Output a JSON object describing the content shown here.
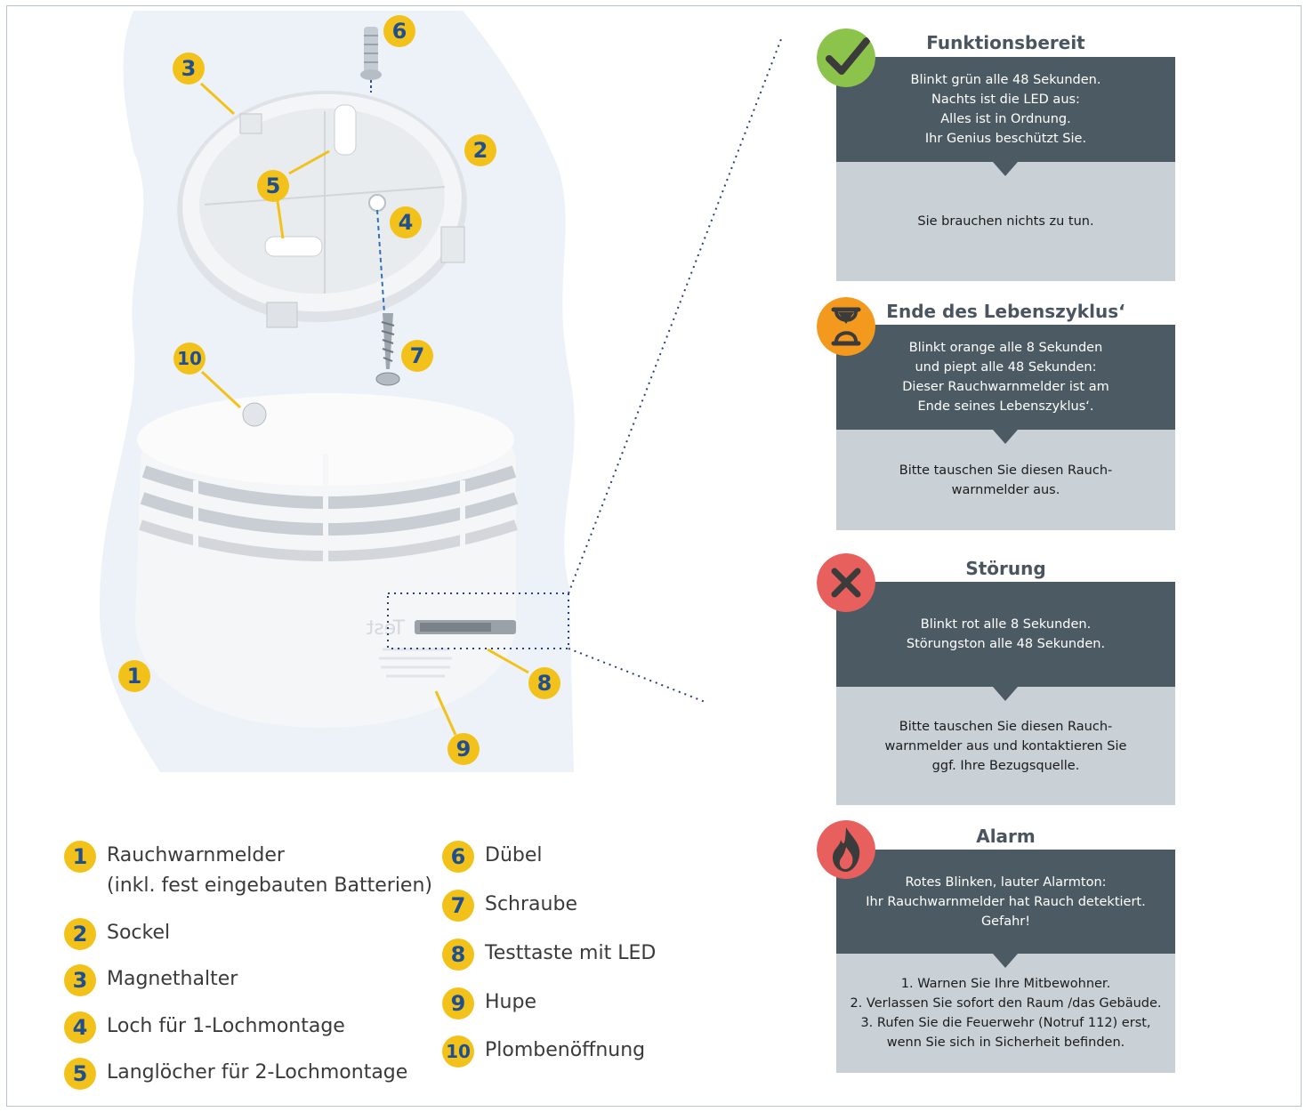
{
  "callouts": [
    {
      "num": "1"
    },
    {
      "num": "2"
    },
    {
      "num": "3"
    },
    {
      "num": "4"
    },
    {
      "num": "5"
    },
    {
      "num": "6"
    },
    {
      "num": "7"
    },
    {
      "num": "8"
    },
    {
      "num": "9"
    },
    {
      "num": "10"
    }
  ],
  "legend": [
    {
      "num": "1",
      "text": "Rauchwarnmelder\n(inkl. fest eingebauten Batterien)"
    },
    {
      "num": "2",
      "text": "Sockel"
    },
    {
      "num": "3",
      "text": "Magnethalter"
    },
    {
      "num": "4",
      "text": "Loch für 1-Lochmontage"
    },
    {
      "num": "5",
      "text": "Langlöcher für 2-Lochmontage"
    },
    {
      "num": "6",
      "text": "Dübel"
    },
    {
      "num": "7",
      "text": "Schraube"
    },
    {
      "num": "8",
      "text": "Testtaste mit LED"
    },
    {
      "num": "9",
      "text": "Hupe"
    },
    {
      "num": "10",
      "text": "Plombenöffnung"
    }
  ],
  "device_label": "Test",
  "panels": [
    {
      "title": "Funktionsbereit",
      "status": "Blinkt grün alle 48 Sekunden.\nNachts ist die LED aus:\nAlles ist in Ordnung.\nIhr Genius beschützt Sie.",
      "action": "Sie brauchen nichts zu tun.",
      "icon": "check-icon",
      "color": "#8cc34a"
    },
    {
      "title": "Ende des Lebenszyklus‘",
      "status": "Blinkt orange alle 8 Sekunden\nund piept alle 48 Sekunden:\nDieser Rauchwarnmelder ist am\nEnde seines Lebenszyklus‘.",
      "action": "Bitte tauschen Sie diesen Rauch-\nwarnmelder aus.",
      "icon": "hourglass-icon",
      "color": "#f39a1e"
    },
    {
      "title": "Störung",
      "status": "Blinkt rot alle 8 Sekunden.\nStörungston alle 48 Sekunden.",
      "action": "Bitte tauschen Sie diesen Rauch-\nwarnmelder aus und kontaktieren Sie\nggf. Ihre Bezugsquelle.",
      "icon": "x-icon",
      "color": "#e8605e"
    },
    {
      "title": "Alarm",
      "status": "Rotes Blinken, lauter Alarmton:\nIhr Rauchwarnmelder hat Rauch detektiert.\nGefahr!",
      "action": "1. Warnen Sie Ihre Mitbewohner.\n2. Verlassen Sie sofort den Raum /das Gebäude.\n3. Rufen Sie die Feuerwehr (Notruf 112) erst,\nwenn Sie sich in Sicherheit befinden.",
      "icon": "flame-icon",
      "color": "#e8605e"
    }
  ]
}
